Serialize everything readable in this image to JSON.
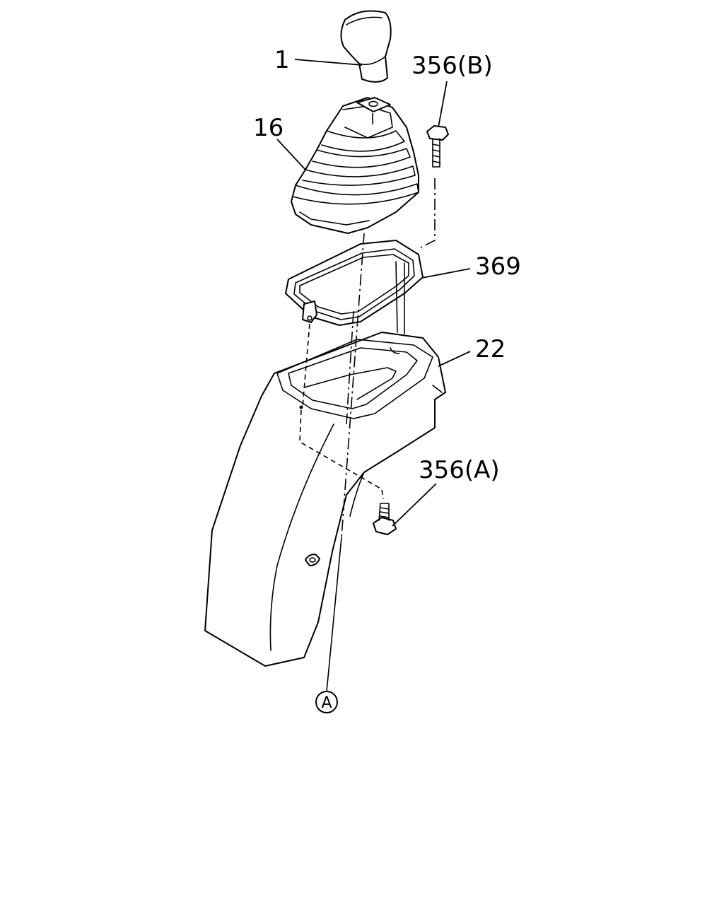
{
  "labels": {
    "knob": "1",
    "boot": "16",
    "bolt_b": "356(B)",
    "frame": "369",
    "console": "22",
    "bolt_a": "356(A)",
    "ref_a": "A"
  }
}
